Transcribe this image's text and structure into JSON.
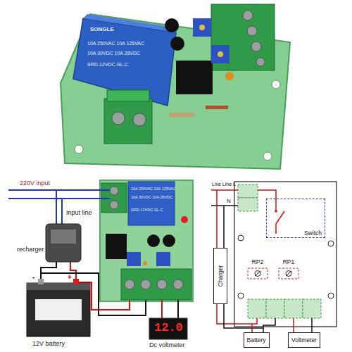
{
  "diagram": {
    "nodes": [
      {
        "text": [
          "Switch"
        ]
      },
      {
        "text": [
          "Charger"
        ]
      },
      {
        "text": [
          "RP2"
        ]
      },
      {
        "text": [
          "RP1"
        ]
      },
      {
        "text": [
          "Battery"
        ]
      },
      {
        "text": [
          "Voltmeter"
        ]
      }
    ],
    "labels": [
      "SONGLE",
      "10A 250VAC 10A 125VAC",
      "10A 30VDC 10A 28VDC",
      "SRD-12VDC-SL-C",
      "220V input",
      "Input line",
      "recharger",
      "10A 250VAC 10A 125VAC",
      "10A 30VDC 10A 28VDC",
      "SRD-12VDC-SL-C",
      "-",
      "+",
      "12V battery",
      "12.0",
      "Dc voltmeter",
      "Live Line L",
      "N"
    ]
  }
}
